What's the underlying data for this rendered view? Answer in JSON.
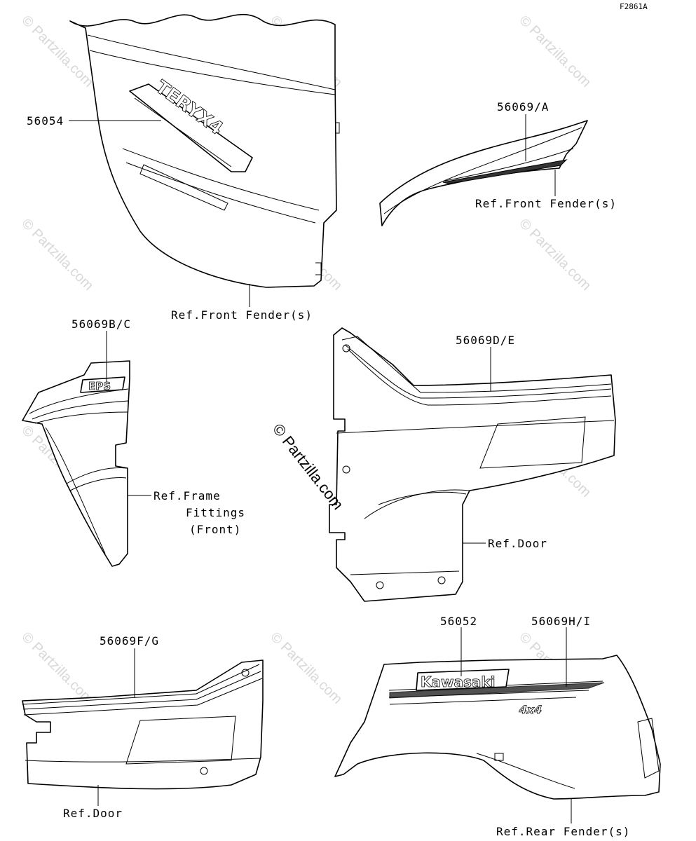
{
  "diagram_code": "F2861A",
  "watermark": "© Partzilla.com",
  "callouts": {
    "p56054": "56054",
    "p56069a": "56069/A",
    "p56069bc": "56069B/C",
    "p56069de": "56069D/E",
    "p56069fg": "56069F/G",
    "p56052": "56052",
    "p56069hi": "56069H/I"
  },
  "references": {
    "front_fender_top": "Ref.Front Fender(s)",
    "front_fender_right": "Ref.Front Fender(s)",
    "frame_fittings_1": "Ref.Frame",
    "frame_fittings_2": "Fittings",
    "frame_fittings_3": "(Front)",
    "door_right": "Ref.Door",
    "door_left": "Ref.Door",
    "rear_fender": "Ref.Rear Fender(s)"
  },
  "decal_text": {
    "eps": "EPS",
    "kawasaki": "Kawasaki",
    "four_by_four": "4x4",
    "teryx": "TERYX4"
  }
}
